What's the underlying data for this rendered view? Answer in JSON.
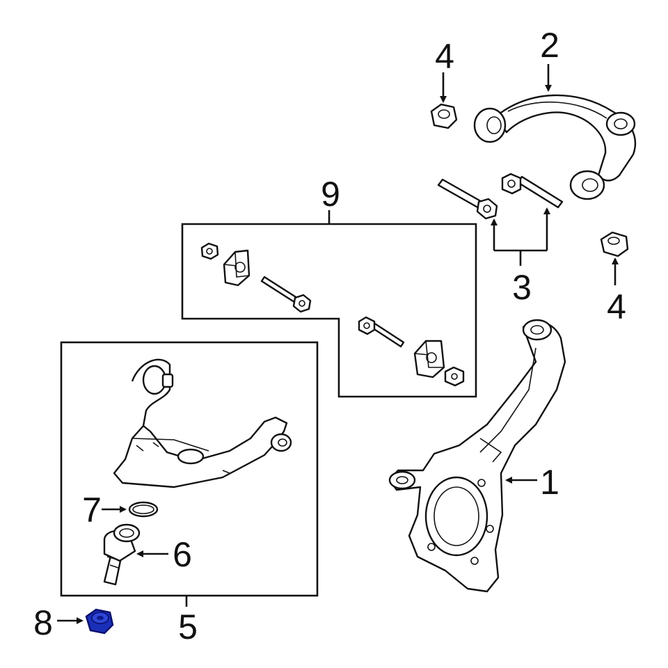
{
  "diagram": {
    "callouts": {
      "knuckle": "1",
      "upper_arm": "2",
      "bolts": "3",
      "nut_top": "4",
      "nut_right": "4",
      "lower_arm": "5",
      "ball_joint": "6",
      "snap_ring": "7",
      "nut_highlight": "8",
      "cam_kit": "9"
    },
    "highlight_color": "#1a2fb8"
  }
}
